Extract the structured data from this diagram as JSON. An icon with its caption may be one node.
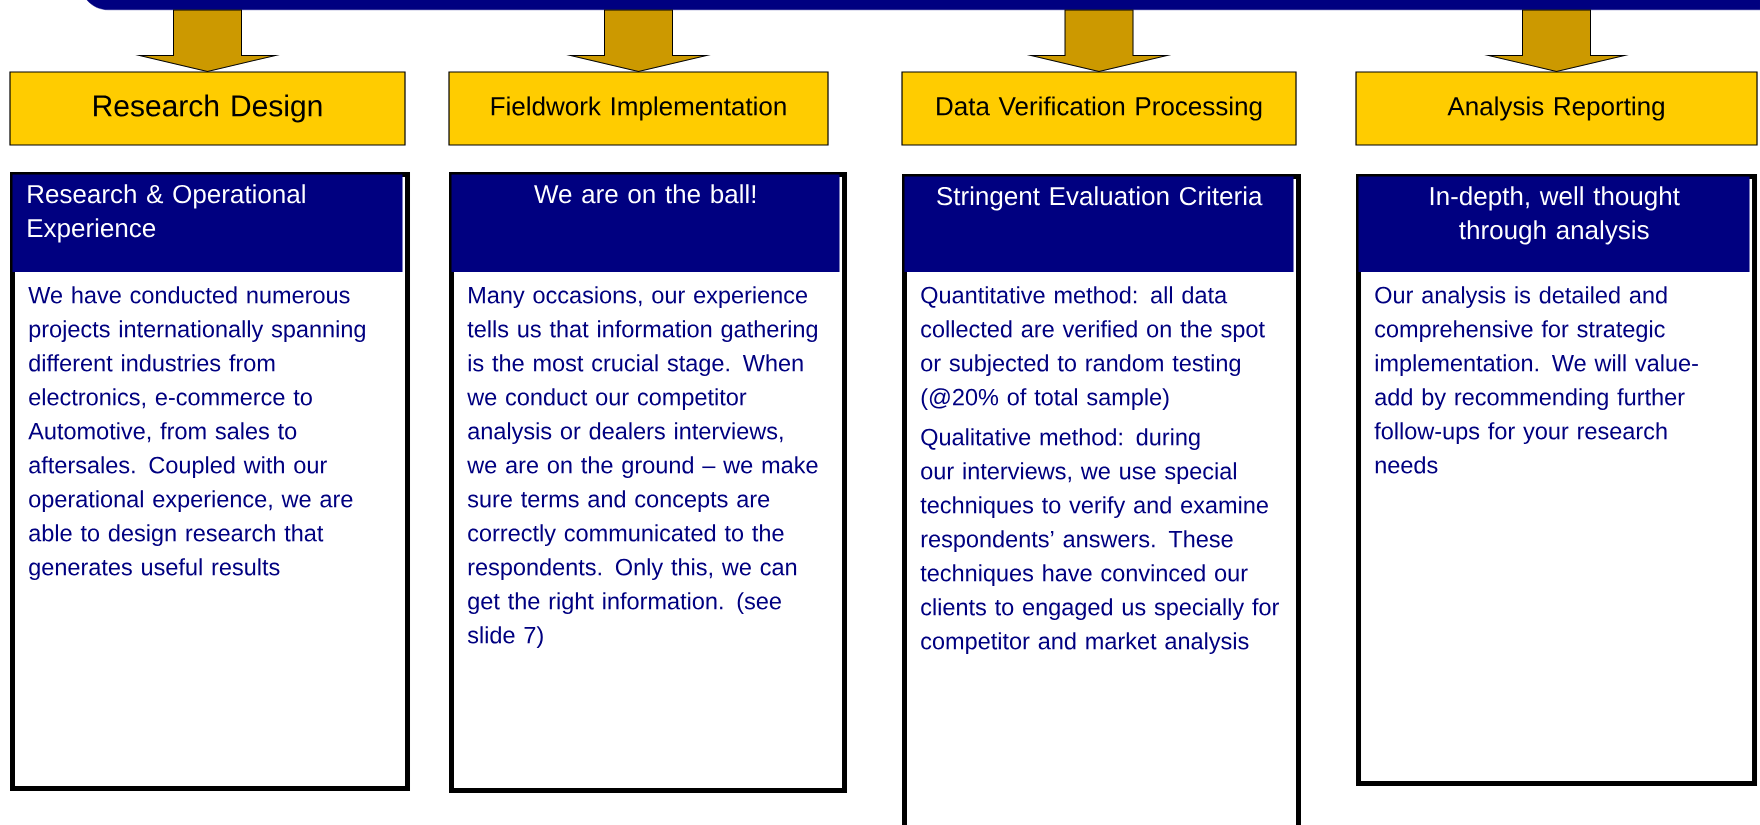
{
  "diagram": {
    "nodes": [
      {
        "text": [],
        "shape": "box"
      },
      {
        "text": [
          "Research Design"
        ]
      },
      {
        "text": [
          "Fieldwork Implementation"
        ]
      },
      {
        "text": [
          "Data Verification Processing"
        ]
      },
      {
        "text": [
          "Analysis Reporting"
        ]
      },
      {
        "text": [
          "Research & Operational Experience",
          "We have conducted numerous projects internationally spanning different industries from electronics, e-commerce to Automotive, from sales to aftersales.  Coupled with our operational experience, we are able to design research that generates useful results"
        ]
      },
      {
        "text": [
          "We are on the ball!",
          "Many occasions, our experience tells us that information gathering is the most crucial stage. When we conduct our competitor analysis or dealers interviews, we are on the ground – we make sure terms and concepts are correctly communicated to the respondents.  Only this, we can get the right information. (see slide 7)"
        ]
      },
      {
        "text": [
          "Stringent Evaluation Criteria",
          "Quantitative method: all data collected are verified on the spot or subjected to random testing (@20% of total sample)",
          "Qualitative method: during our interviews, we use special techniques to verify and examine respondents’ answers. These techniques have convinced our clients to engaged us specially for competitor and market analysis"
        ]
      },
      {
        "text": [
          "In-depth, well thought through analysis",
          "Our analysis is detailed and comprehensive for strategic implementation. We will value-add by recommending further follow-ups for your research needs"
        ]
      }
    ],
    "edges": [
      {
        "from": 0,
        "to": 1,
        "arrow": "to"
      },
      {
        "from": 0,
        "to": 2,
        "arrow": "to"
      },
      {
        "from": 0,
        "to": 3,
        "arrow": "to"
      },
      {
        "from": 0,
        "to": 4,
        "arrow": "to"
      }
    ]
  }
}
